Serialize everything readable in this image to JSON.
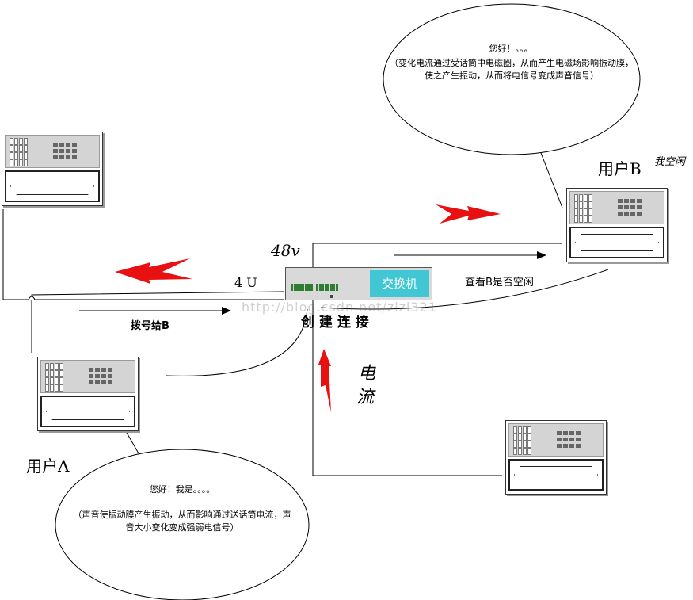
{
  "labels": {
    "voltage": "48v",
    "trunk": "4 U",
    "switch": "交换机",
    "dial": "拨号给B",
    "check_idle": "查看B是否空闲",
    "create_connection": "创 建 连 接",
    "current_line1": "电",
    "current_line2": "流",
    "user_a": "用户A",
    "user_b": "用户B",
    "b_idle": "我空闲",
    "watermark": "http://blog.csdn.net/zizi321"
  },
  "bubble_b": {
    "greeting": "您好！。。。",
    "text": "（变化电流通过受话筒中电磁圈，从而产生电磁场影响振动膜，使之产生振动，从而将电信号变成声音信号）"
  },
  "bubble_a": {
    "greeting": "您好！我是。。。。",
    "text": "（声音使振动膜产生振动，从而影响通过送话筒电流，声音大小变化变成强弱电信号）"
  },
  "colors": {
    "arrow_red": "#e81010",
    "switch_label_bg": "#41c6d3",
    "phone_panel": "#d4d4d4"
  }
}
